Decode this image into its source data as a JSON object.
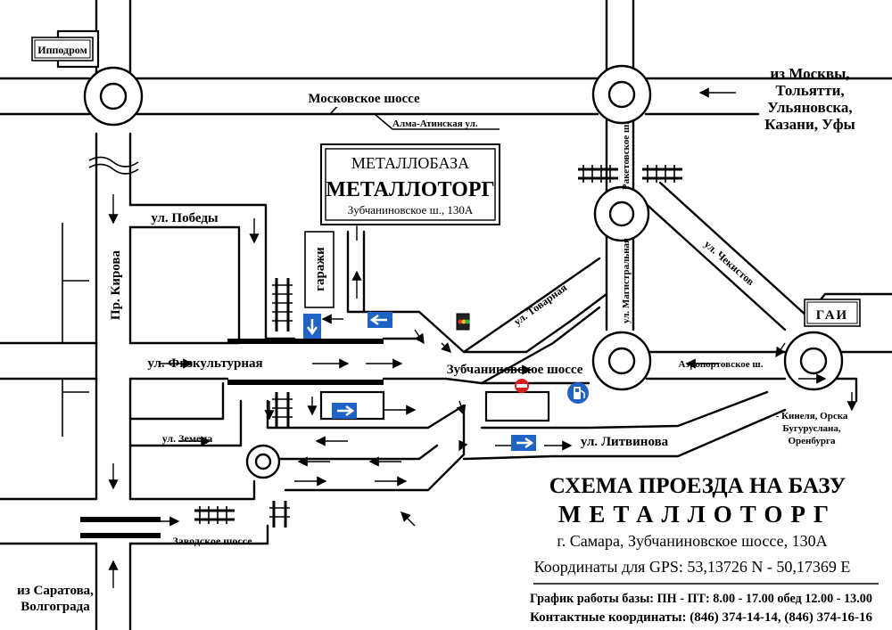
{
  "labels": {
    "ippodrom": "Ипподром",
    "moskovskoe": "Московское шоссе",
    "alma_ata": "Алма-Атинская ул.",
    "pobedy": "ул. Победы",
    "kirova": "Пр. Кирова",
    "fizkult": "ул. Физкультурная",
    "zemetsa": "ул. Земеца",
    "zavodskoe": "Заводское шоссе",
    "garazhi": "гаражи",
    "zubch": "Зубчаниновское шоссе",
    "tovarnaya": "ул. Товарная",
    "raketnoe": "Ракетовское ш.",
    "magistralnaya": "ул. Магистральная",
    "chekistov": "ул. Чекистов",
    "aeroport": "Аэропортовское ш.",
    "litvinova": "ул. Литвинова",
    "gai": "ГАИ"
  },
  "destinations": {
    "moscow": [
      "из Москвы,",
      "Тольятти,",
      "Ульяновска,",
      "Казани, Уфы"
    ],
    "saratov": [
      "из Саратова,",
      "Волгограда"
    ],
    "kinel": [
      "- Кинеля, Орска",
      "Бугуруслана,",
      "Оренбурга"
    ]
  },
  "base_sign": {
    "line1": "МЕТАЛЛОБАЗА",
    "line2": "МЕТАЛЛОТОРГ",
    "line3": "Зубчаниновское ш., 130А"
  },
  "title": {
    "line1": "СХЕМА ПРОЕЗДА НА БАЗУ",
    "line2": "МЕТАЛЛОТОРГ"
  },
  "info": {
    "address": "г. Самара, Зубчаниновское шоссе, 130А",
    "gps": "Координаты для GPS: 53,13726 N - 50,17369 E",
    "hours": "График работы базы: ПН - ПТ: 8.00 - 17.00 обед 12.00 - 13.00",
    "contacts": "Контактные координаты: (846) 374-14-14, (846) 374-16-16"
  },
  "colors": {
    "road": "#000000",
    "sign_blue": "#1f63c7",
    "no_entry": "#d81e1e",
    "background": "#ffffff"
  },
  "icons": [
    "traffic-light-icon",
    "no-entry-icon",
    "fuel-station-icon",
    "arrow-left-sign-icon",
    "arrow-right-sign-icon",
    "arrow-down-sign-icon",
    "railway-crossing-icon"
  ]
}
